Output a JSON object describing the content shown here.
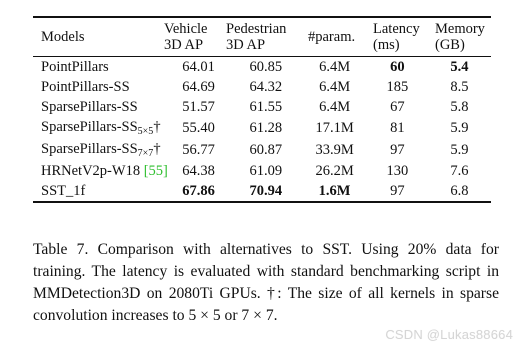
{
  "table": {
    "headers": {
      "models": "Models",
      "vehicle_l1": "Vehicle",
      "vehicle_l2": "3D AP",
      "pedestrian_l1": "Pedestrian",
      "pedestrian_l2": "3D AP",
      "params": "#param.",
      "latency_l1": "Latency",
      "latency_l2": "(ms)",
      "memory_l1": "Memory",
      "memory_l2": "(GB)"
    },
    "rows": [
      {
        "name": "PointPillars",
        "vehicle": "64.01",
        "pedestrian": "60.85",
        "params": "6.4M",
        "latency": "60",
        "memory": "5.4"
      },
      {
        "name": "PointPillars-SS",
        "vehicle": "64.69",
        "pedestrian": "64.32",
        "params": "6.4M",
        "latency": "185",
        "memory": "8.5"
      },
      {
        "name": "SparsePillars-SS",
        "vehicle": "51.57",
        "pedestrian": "61.55",
        "params": "6.4M",
        "latency": "67",
        "memory": "5.8"
      },
      {
        "name": "SparsePillars-SS",
        "name_sub": "5×5",
        "name_mark": "†",
        "vehicle": "55.40",
        "pedestrian": "61.28",
        "params": "17.1M",
        "latency": "81",
        "memory": "5.9"
      },
      {
        "name": "SparsePillars-SS",
        "name_sub": "7×7",
        "name_mark": "†",
        "vehicle": "56.77",
        "pedestrian": "60.87",
        "params": "33.9M",
        "latency": "97",
        "memory": "5.9"
      },
      {
        "name": "HRNetV2p-W18",
        "cite": "[55]",
        "vehicle": "64.38",
        "pedestrian": "61.09",
        "params": "26.2M",
        "latency": "130",
        "memory": "7.6"
      },
      {
        "name": "SST_1f",
        "vehicle": "67.86",
        "pedestrian": "70.94",
        "params": "1.6M",
        "latency": "97",
        "memory": "6.8"
      }
    ]
  },
  "caption": "Table 7. Comparison with alternatives to SST. Using 20% data for training. The latency is evaluated with standard benchmarking script in MMDetection3D on 2080Ti GPUs. †: The size of all kernels in sparse convolution increases to 5 × 5 or 7 × 7.",
  "watermark": "CSDN @Lukas88664"
}
